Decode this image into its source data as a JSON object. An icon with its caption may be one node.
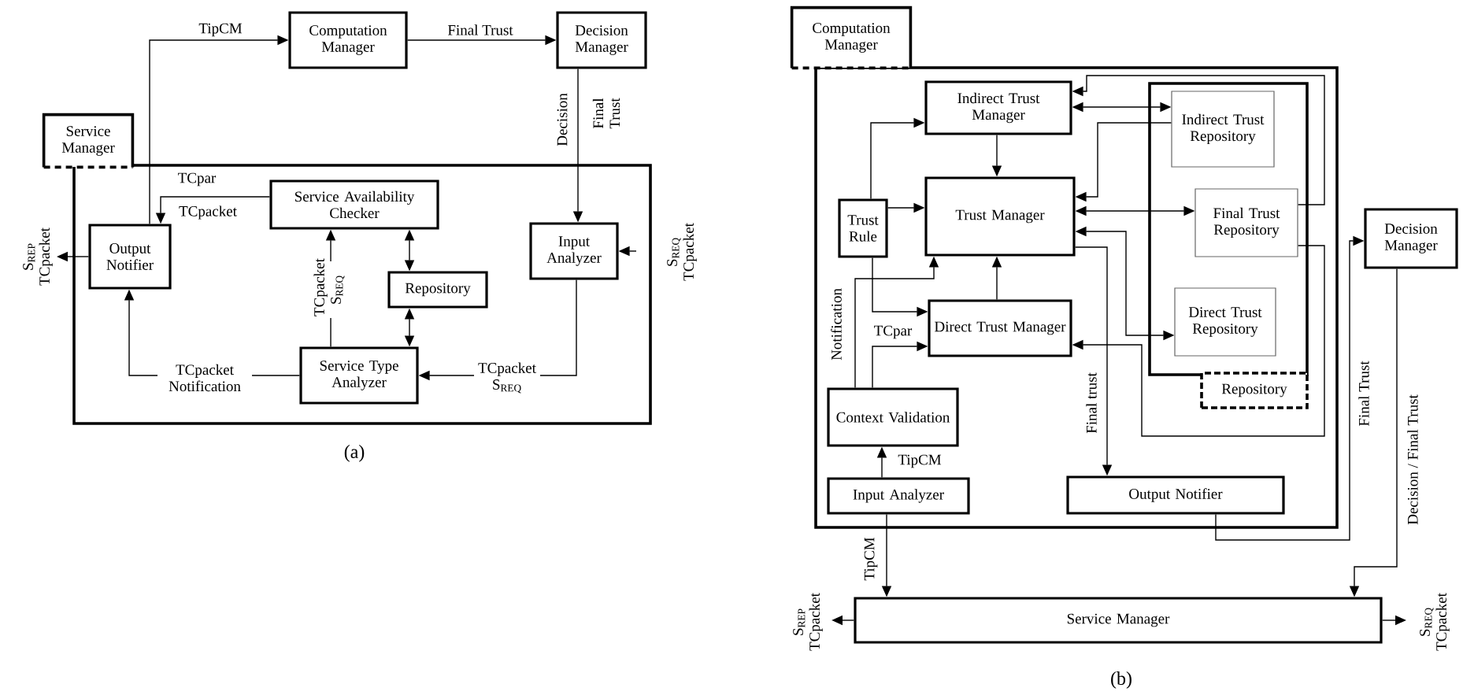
{
  "diagram": {
    "nodes": [
      {
        "text": [
          "Computation Manager"
        ]
      },
      {
        "text": [
          "Decision Manager"
        ]
      },
      {
        "text": [
          "Service Manager"
        ]
      },
      {
        "text": [
          "Output Notifier"
        ],
        "in": 2
      },
      {
        "text": [
          "Service Availability Checker"
        ],
        "in": 2
      },
      {
        "text": [
          "Repository"
        ],
        "in": 2
      },
      {
        "text": [
          "Input Analyzer"
        ],
        "in": 2
      },
      {
        "text": [
          "Service Type Analyzer"
        ],
        "in": 2
      },
      {
        "text": [
          "Computation Manager"
        ]
      },
      {
        "text": [
          "Indirect Trust Manager"
        ],
        "in": 8
      },
      {
        "text": [
          "Repository"
        ],
        "in": 8
      },
      {
        "text": [
          "Indirect Trust Repository"
        ],
        "in": 10
      },
      {
        "text": [
          "Trust Rule"
        ],
        "in": 8
      },
      {
        "text": [
          "Trust Manager"
        ],
        "in": 8
      },
      {
        "text": [
          "Final Trust Repository"
        ],
        "in": 10
      },
      {
        "text": [
          "Direct Trust Manager"
        ],
        "in": 8
      },
      {
        "text": [
          "Direct Trust Repository"
        ],
        "in": 10
      },
      {
        "text": [
          "Context Validation"
        ],
        "in": 8
      },
      {
        "text": [
          "Input Analyzer"
        ],
        "in": 8
      },
      {
        "text": [
          "Output Notifier"
        ],
        "in": 8
      },
      {
        "text": [
          "Decision Manager"
        ]
      },
      {
        "text": [
          "Service Manager"
        ]
      }
    ],
    "edges": [
      {
        "from": 3,
        "to": 0,
        "arrow": "to",
        "label": "TipCM"
      },
      {
        "from": 0,
        "to": 1,
        "arrow": "to",
        "label": "Final Trust"
      },
      {
        "from": 1,
        "to": 6,
        "arrow": "to",
        "label": "Decision"
      },
      {
        "from": 4,
        "to": 3,
        "arrow": "to",
        "label": "TCpar"
      },
      {
        "from": 3,
        "to": null,
        "arrow": "to",
        "label": "S$_{REP}$ TCpacket"
      },
      {
        "from": null,
        "to": 6,
        "arrow": "to",
        "label": "S$_{REQ}$ TCpacket"
      },
      {
        "from": 7,
        "to": 4,
        "arrow": "to",
        "label": "TCpacket S$_{REQ}$"
      },
      {
        "from": 4,
        "to": 5,
        "arrow": "both"
      },
      {
        "from": 5,
        "to": 7,
        "arrow": "both"
      },
      {
        "from": 6,
        "to": 7,
        "arrow": "to",
        "label": "TCpacket S$_{REQ}$"
      },
      {
        "from": 7,
        "to": 3,
        "arrow": "to",
        "label": "TCpacket Notification"
      },
      {
        "from": 12,
        "to": 9,
        "arrow": "to"
      },
      {
        "from": 12,
        "to": 13,
        "arrow": "to"
      },
      {
        "from": 12,
        "to": 15,
        "arrow": "to"
      },
      {
        "from": 9,
        "to": 13,
        "arrow": "to"
      },
      {
        "from": 15,
        "to": 13,
        "arrow": "to"
      },
      {
        "from": 9,
        "to": 11,
        "arrow": "both"
      },
      {
        "from": 11,
        "to": 13,
        "arrow": "to"
      },
      {
        "from": 13,
        "to": 14,
        "arrow": "both"
      },
      {
        "from": 14,
        "to": 9,
        "arrow": "to"
      },
      {
        "from": 14,
        "to": 15,
        "arrow": "to"
      },
      {
        "from": 13,
        "to": 16,
        "arrow": "both"
      },
      {
        "from": 13,
        "to": 19,
        "arrow": "to",
        "label": "Final trust"
      },
      {
        "from": 17,
        "to": 13,
        "arrow": "to",
        "label": "Notification"
      },
      {
        "from": 17,
        "to": 15,
        "arrow": "to",
        "label": "TCpar"
      },
      {
        "from": 18,
        "to": 17,
        "arrow": "to",
        "label": "TipCM"
      },
      {
        "from": 18,
        "to": 21,
        "arrow": "to",
        "label": "TipCM"
      },
      {
        "from": 19,
        "to": 20,
        "arrow": "to",
        "label": "Final Trust"
      },
      {
        "from": 20,
        "to": 21,
        "arrow": "to",
        "label": "Decision / Final Trust"
      },
      {
        "from": 21,
        "to": null,
        "arrow": "to",
        "label": "S$_{REP}$ TCpacket"
      },
      {
        "from": 21,
        "to": null,
        "arrow": "to",
        "label": "S$_{REQ}$ TCpacket"
      }
    ],
    "labels": [
      "Final Trust",
      "TCpacket",
      "(a)",
      "(b)"
    ]
  }
}
